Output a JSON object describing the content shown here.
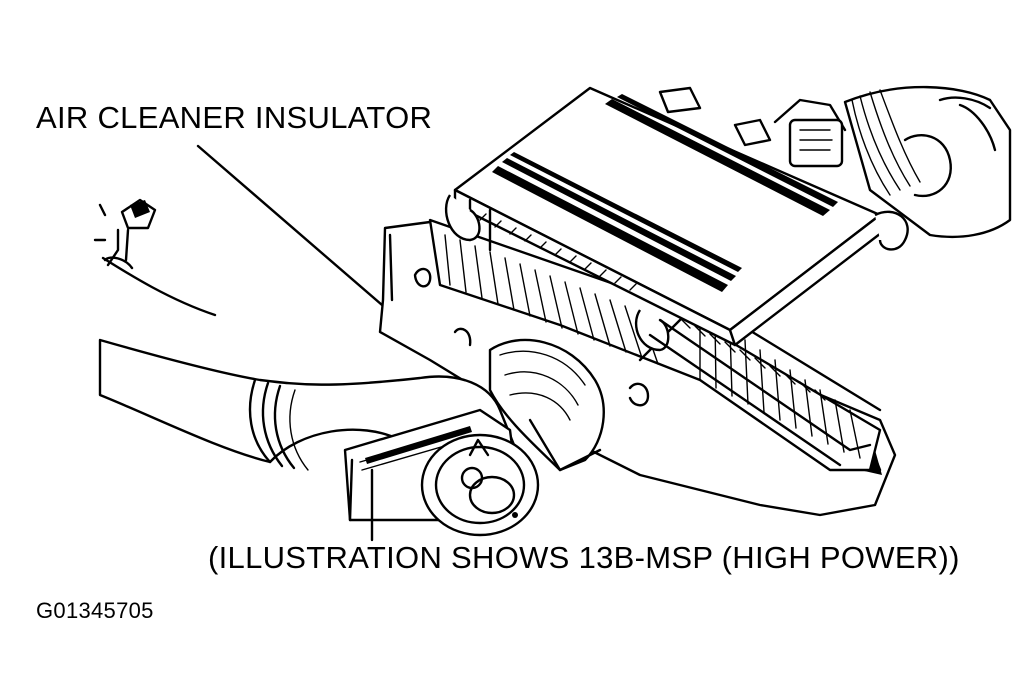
{
  "labels": {
    "callout": "AIR CLEANER INSULATOR",
    "caption": "(ILLUSTRATION SHOWS 13B-MSP (HIGH POWER))",
    "figure_id": "G01345705"
  },
  "colors": {
    "ink": "#000000",
    "paper": "#ffffff"
  }
}
